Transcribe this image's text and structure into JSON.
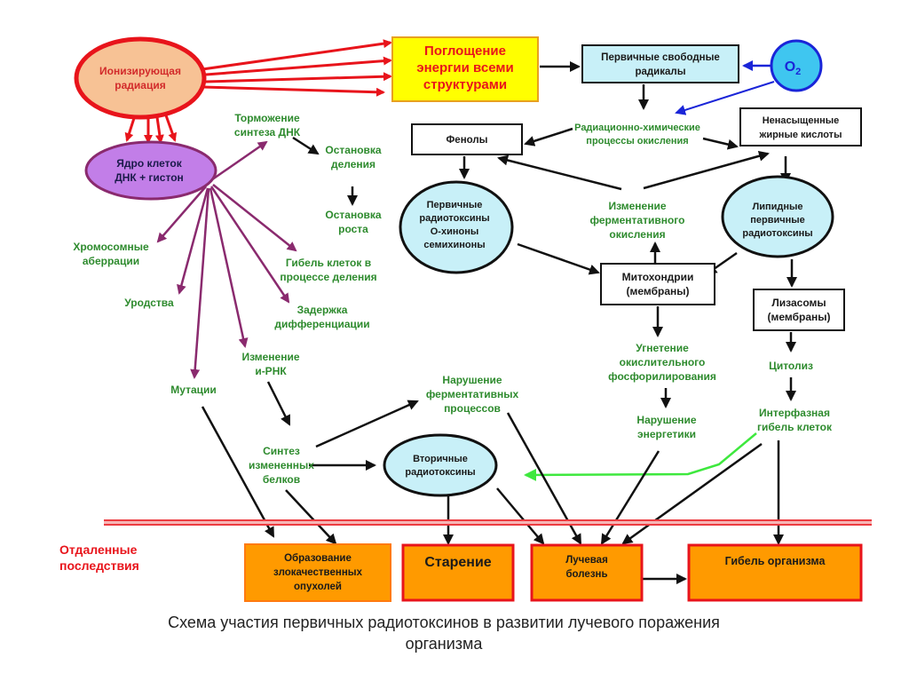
{
  "colors": {
    "red": "#e8141b",
    "purple": "#8a2a6e",
    "black": "#111111",
    "blue": "#1a25d8",
    "green_line": "#3ee83e",
    "green_text": "#2e8b2e",
    "orange": "#ff9a00",
    "yellow": "#ffff00",
    "lightblue": "#c8f0f8",
    "peach": "#f7c295",
    "lavender": "#c27ee8"
  },
  "nodes": {
    "ionizing_radiation": [
      "Ионизирующая",
      "радиация"
    ],
    "absorption": [
      "Поглощение",
      "энергии всеми",
      "структурами"
    ],
    "primary_radicals": [
      "Первичные свободные",
      "радикалы"
    ],
    "oxygen": "O",
    "oxygen_sub": "2",
    "cell_nucleus": [
      "Ядро клеток",
      "ДНК + гистон"
    ],
    "dna_inhibition": [
      "Торможение",
      "синтеза ДНК"
    ],
    "division_stop": [
      "Остановка",
      "деления"
    ],
    "growth_stop": [
      "Остановка",
      "роста"
    ],
    "chromosome_aberrations": [
      "Хромосомные",
      "аберрации"
    ],
    "deformities": [
      "Уродства"
    ],
    "cell_death_division": [
      "Гибель клеток в",
      "процессе деления"
    ],
    "differentiation_delay": [
      "Задержка",
      "дифференциации"
    ],
    "mutations": [
      "Мутации"
    ],
    "mrna_change": [
      "Изменение",
      "и-РНК"
    ],
    "radiochem_oxidation": [
      "Радиационно-химические",
      "процессы окисления"
    ],
    "phenols": [
      "Фенолы"
    ],
    "unsaturated_fatty_acids": [
      "Ненасыщенные",
      "жирные кислоты"
    ],
    "primary_radiotoxins_quinones": [
      "Первичные",
      "радиотоксины",
      "О-хиноны",
      "семихиноны"
    ],
    "enzymatic_oxidation_change": [
      "Изменение",
      "ферментативного",
      "окисления"
    ],
    "lipid_radiotoxins": [
      "Липидные",
      "первичные",
      "радиотоксины"
    ],
    "mitochondria": [
      "Митохондрии",
      "(мембраны)"
    ],
    "lysosomes": [
      "Лизасомы",
      "(мембраны)"
    ],
    "oxphos_inhibition": [
      "Угнетение",
      "окислительного",
      "фосфорилирования"
    ],
    "cytolysis": [
      "Цитолиз"
    ],
    "energy_disruption": [
      "Нарушение",
      "энергетики"
    ],
    "interphase_death": [
      "Интерфазная",
      "гибель клеток"
    ],
    "enzymatic_disruption": [
      "Нарушение",
      "ферментативных",
      "процессов"
    ],
    "altered_protein_synthesis": [
      "Синтез",
      "измененных",
      "белков"
    ],
    "secondary_radiotoxins": [
      "Вторичные",
      "радиотоксины"
    ],
    "remote_consequences": [
      "Отдаленные",
      "последствия"
    ],
    "malignant_tumors": [
      "Образование",
      "злокачественных",
      "опухолей"
    ],
    "aging": [
      "Старение"
    ],
    "radiation_sickness": [
      "Лучевая",
      "болезнь"
    ],
    "organism_death": [
      "Гибель организма"
    ]
  },
  "caption": [
    "Схема участия первичных радиотоксинов в развитии лучевого поражения",
    "организма"
  ]
}
